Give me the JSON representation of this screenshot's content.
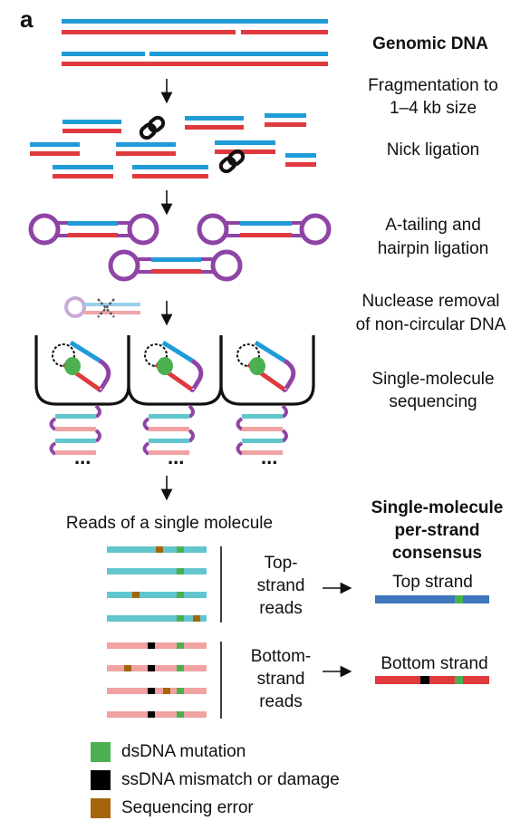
{
  "panel_label": "a",
  "steps": {
    "genomic_dna": "Genomic DNA",
    "fragmentation_1": "Fragmentation to",
    "fragmentation_2": "1–4 kb size",
    "nick_ligation": "Nick ligation",
    "atail_1": "A-tailing and",
    "atail_2": "hairpin ligation",
    "nuclease_1": "Nuclease removal",
    "nuclease_2": "of non-circular DNA",
    "smseq_1": "Single-molecule",
    "smseq_2": "sequencing",
    "reads_title": "Reads of a single molecule",
    "consensus_1": "Single-molecule",
    "consensus_2": "per-strand",
    "consensus_3": "consensus"
  },
  "reads": {
    "top_label_1": "Top-",
    "top_label_2": "strand",
    "top_label_3": "reads",
    "bottom_label_1": "Bottom-",
    "bottom_label_2": "strand",
    "bottom_label_3": "reads",
    "top_consensus": "Top strand",
    "bottom_consensus": "Bottom strand",
    "dots": "..."
  },
  "legend": [
    {
      "label": "dsDNA mutation",
      "color": "#4CB050"
    },
    {
      "label": "ssDNA mismatch or damage",
      "color": "#000000"
    },
    {
      "label": "Sequencing error",
      "color": "#A5650A"
    }
  ],
  "colors": {
    "top_strand": "#1F9BD7",
    "bottom_strand": "#E0393E",
    "top_read": "#62C6CF",
    "bottom_read": "#F1A2A2",
    "top_consensus": "#3E77BB",
    "hairpin": "#8E44A5",
    "green": "#4CB050",
    "black": "#000000",
    "brown": "#A5650A"
  }
}
